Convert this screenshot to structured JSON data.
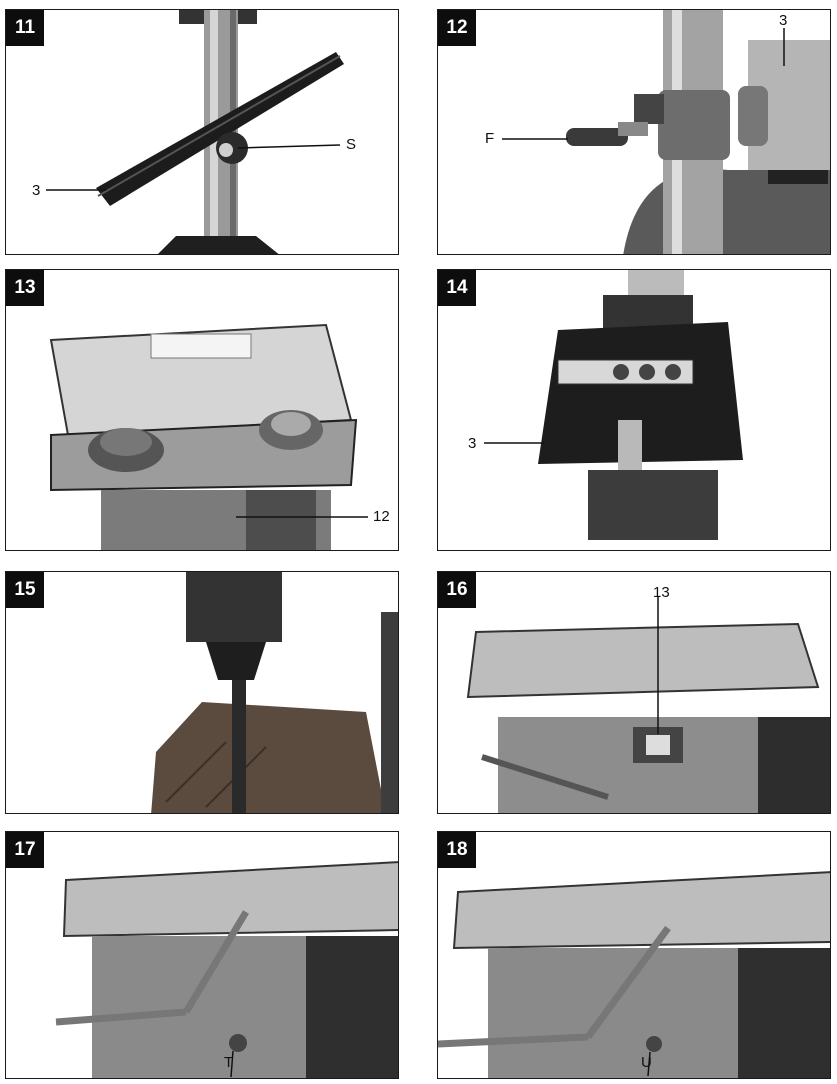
{
  "figures": [
    {
      "number": "11",
      "labels": {
        "a": "S",
        "b": "3"
      }
    },
    {
      "number": "12",
      "labels": {
        "a": "3",
        "b": "F"
      }
    },
    {
      "number": "13",
      "labels": {
        "a": "12"
      }
    },
    {
      "number": "14",
      "labels": {
        "a": "3"
      }
    },
    {
      "number": "15",
      "labels": {}
    },
    {
      "number": "16",
      "labels": {
        "a": "13"
      }
    },
    {
      "number": "17",
      "labels": {
        "a": "T"
      }
    },
    {
      "number": "18",
      "labels": {
        "a": "U"
      }
    }
  ]
}
